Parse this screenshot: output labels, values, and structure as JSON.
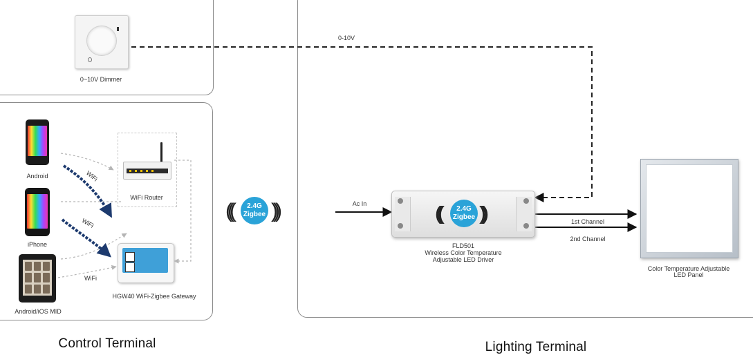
{
  "dimmer": {
    "label": "0~10V Dimmer"
  },
  "wiring": {
    "signal_label": "0-10V",
    "ac_label": "Ac In",
    "channel1_label": "1st Channel",
    "channel2_label": "2nd Channel"
  },
  "control": {
    "devices": [
      {
        "label": "Android"
      },
      {
        "label": "iPhone"
      },
      {
        "label": "Android/iOS MID"
      }
    ],
    "wifi_labels": [
      "WiFi",
      "WiFi",
      "WiFi"
    ],
    "router_label": "WiFi Router",
    "gateway_label": "HGW40 WiFi-Zigbee Gateway"
  },
  "wireless": {
    "line1": "2.4G",
    "line2": "Zigbee"
  },
  "driver": {
    "model": "FLD501",
    "line1": "Wireless Color Temperature",
    "line2": "Adjustable LED Driver"
  },
  "led_panel": {
    "line1": "Color Temperature Adjustable",
    "line2": "LED Panel"
  },
  "terminals": {
    "control": "Control Terminal",
    "lighting": "Lighting Terminal"
  },
  "colors": {
    "zigbee_badge": "#2aa3d8",
    "border": "#8a8a8a",
    "wire": "#222222"
  }
}
